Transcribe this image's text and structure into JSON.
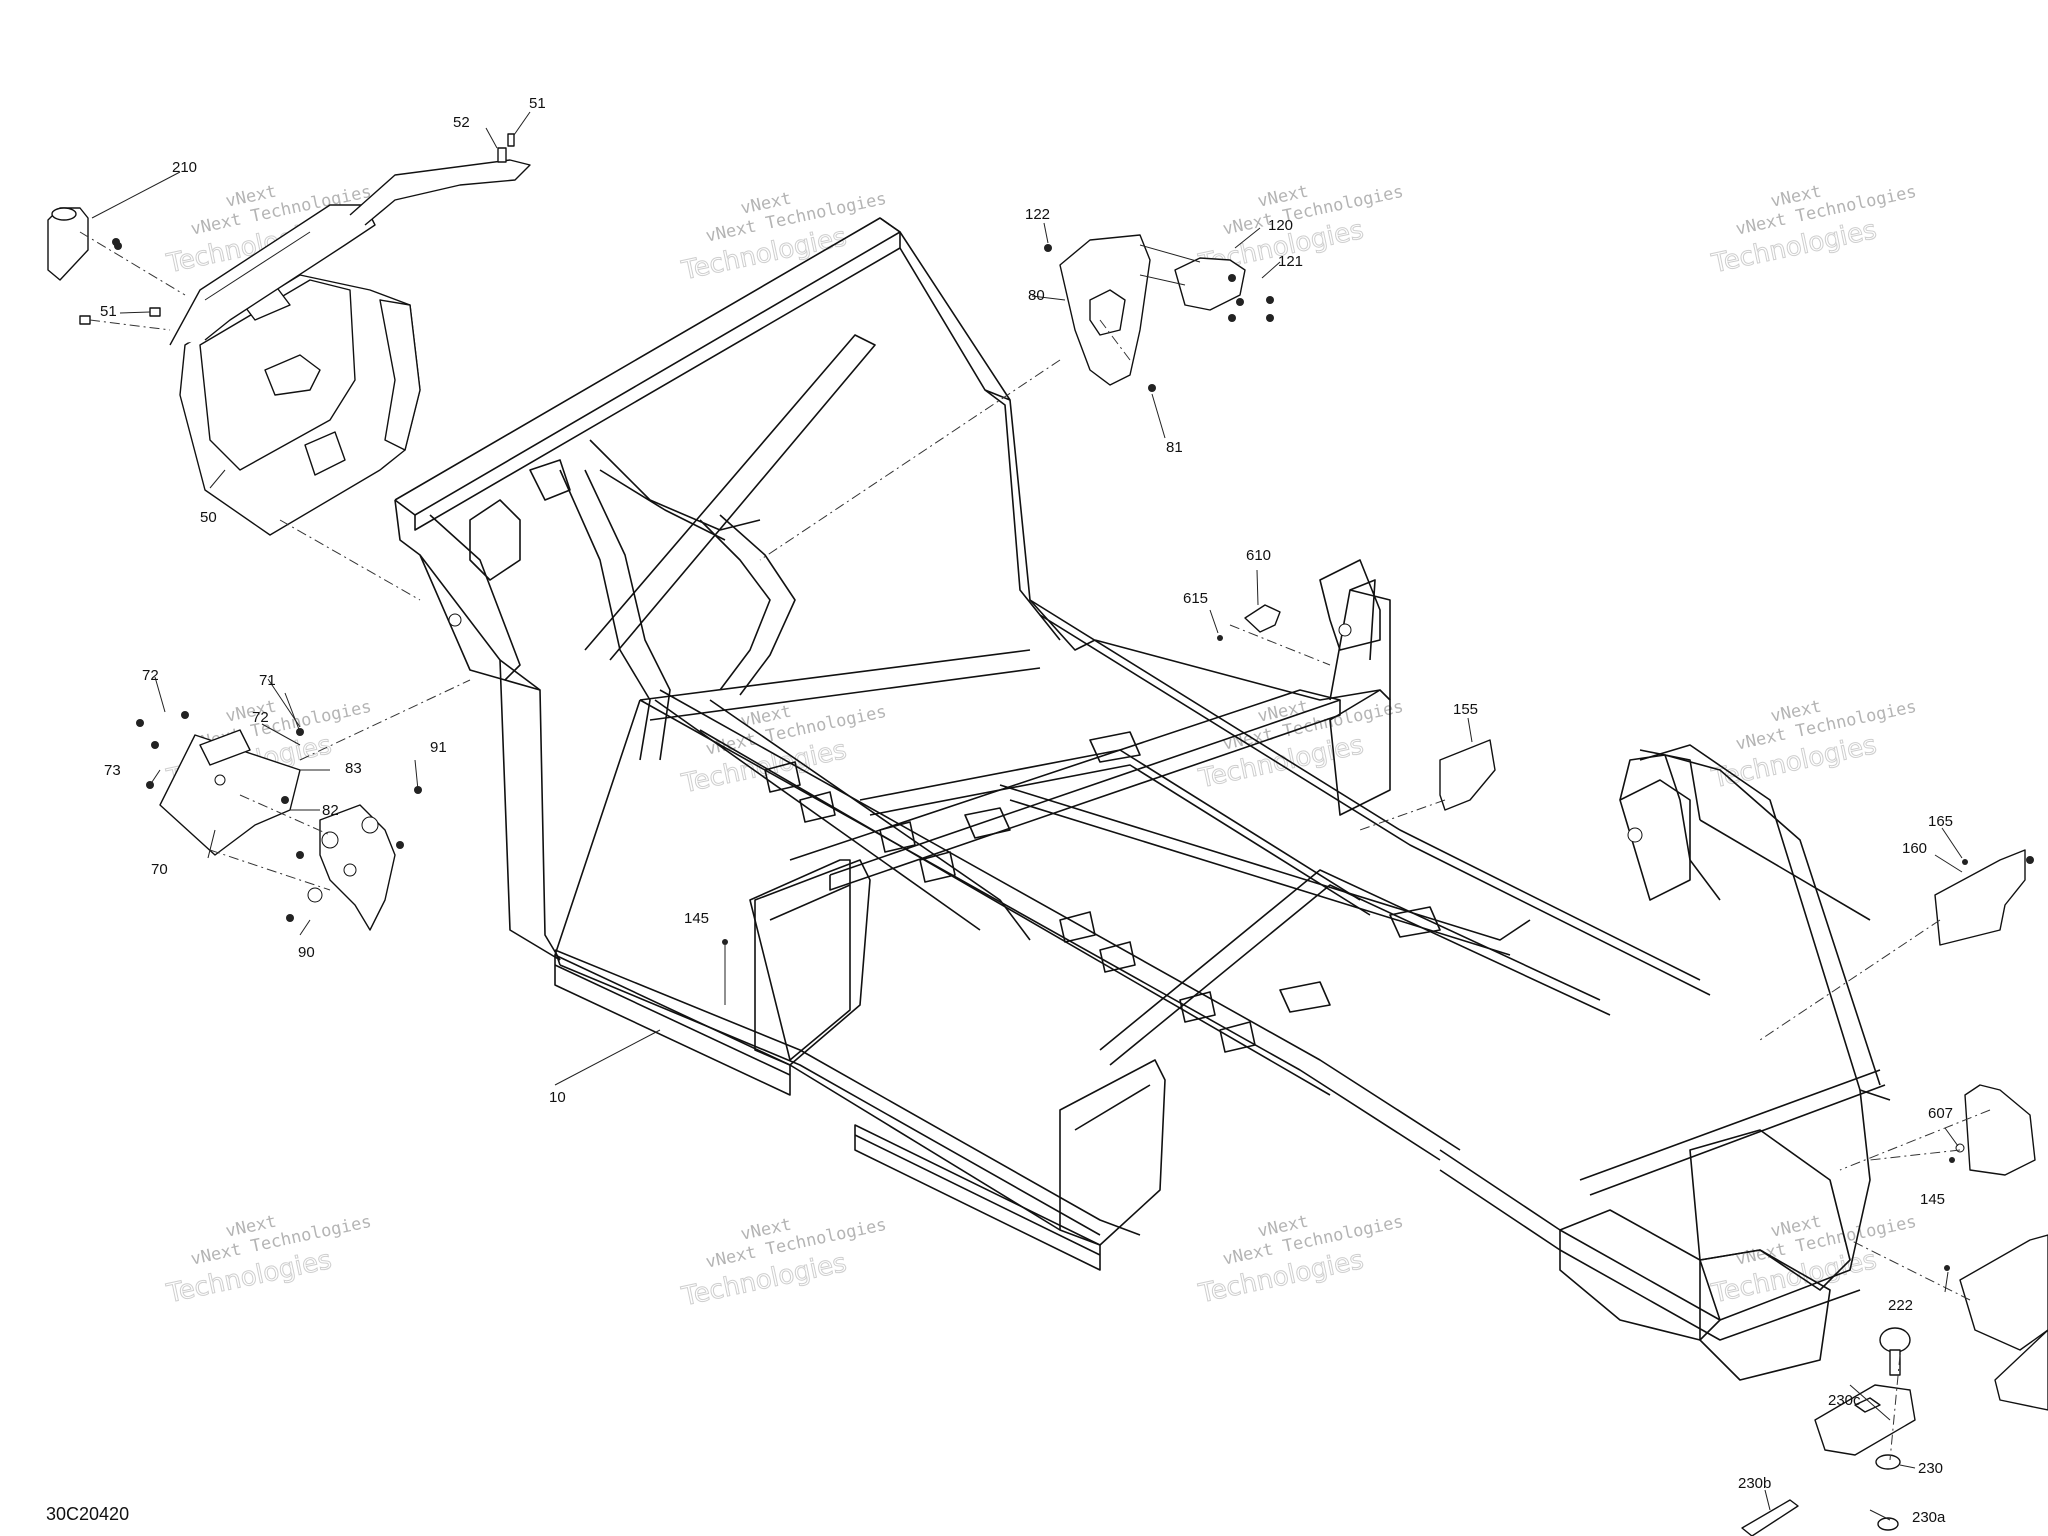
{
  "diagram_code": "30C20420",
  "callouts": {
    "c10": "10",
    "c50": "50",
    "c51a": "51",
    "c51b": "51",
    "c52": "52",
    "c70": "70",
    "c71": "71",
    "c72a": "72",
    "c72b": "72",
    "c73": "73",
    "c80": "80",
    "c81": "81",
    "c82": "82",
    "c83": "83",
    "c90": "90",
    "c91": "91",
    "c120": "120",
    "c121": "121",
    "c122": "122",
    "c145a": "145",
    "c145b": "145",
    "c155": "155",
    "c160": "160",
    "c165": "165",
    "c210": "210",
    "c222": "222",
    "c230": "230",
    "c230a": "230a",
    "c230b": "230b",
    "c230c": "230c",
    "c607": "607",
    "c610": "610",
    "c615": "615"
  },
  "watermark": {
    "line1": "vNext",
    "line2": "vNext Technologies",
    "line3": "Technologies"
  }
}
